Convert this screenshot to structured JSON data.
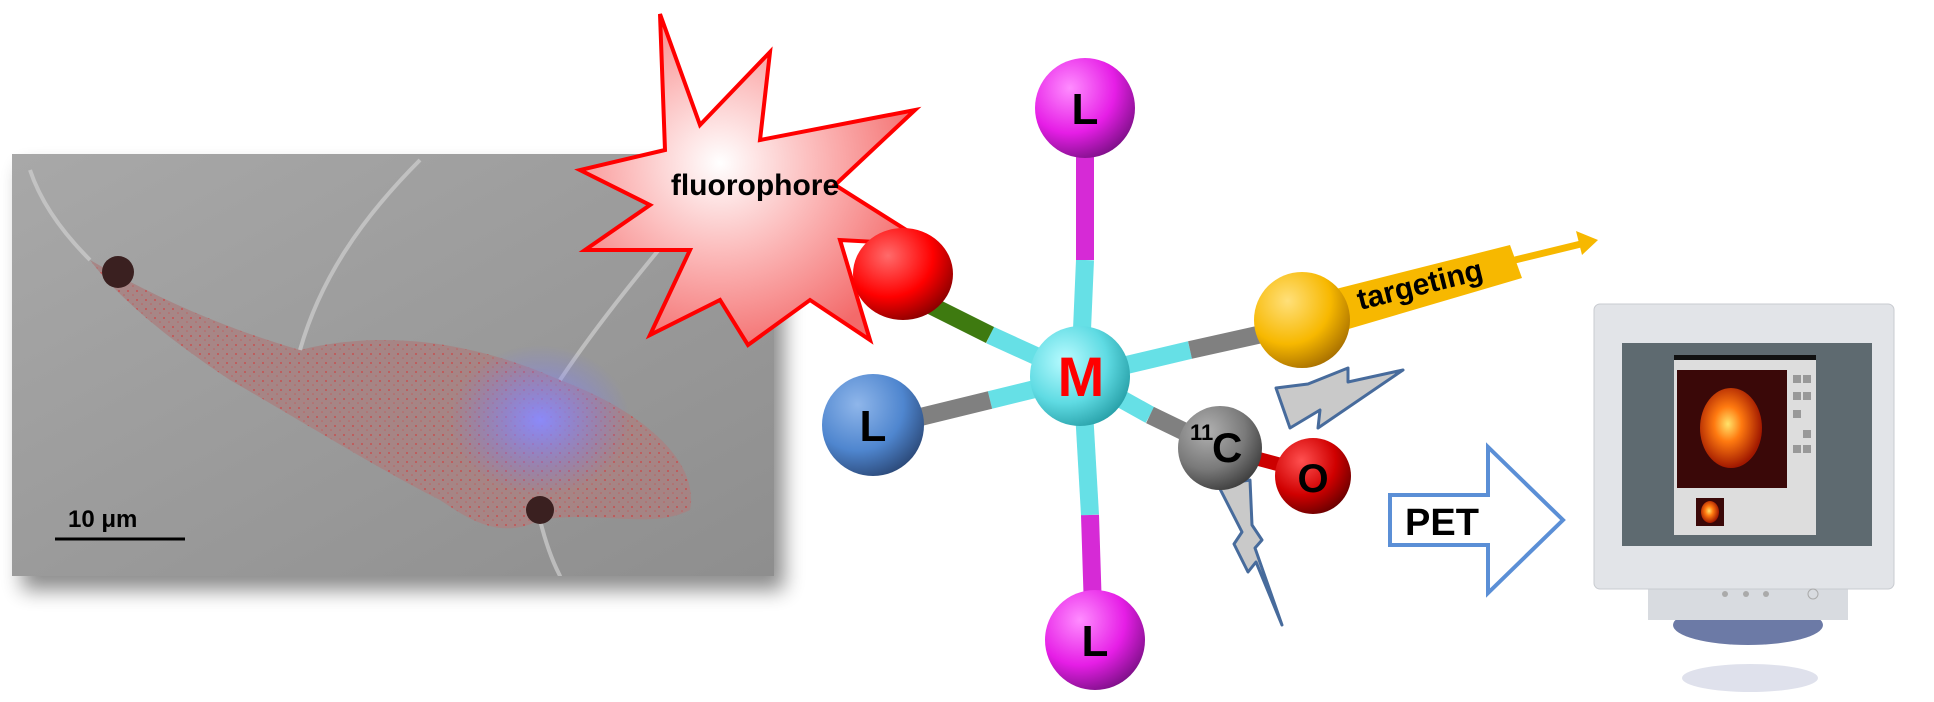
{
  "cell_image": {
    "scale_bar_label": "10 μm"
  },
  "fluorophore": {
    "label": "fluorophore"
  },
  "complex": {
    "metal_label": "M",
    "ligand_top": "L",
    "ligand_left": "L",
    "ligand_bottom": "L",
    "carbon_label": "C",
    "carbon_isotope": "11",
    "oxygen_label": "O",
    "targeting_label": "targeting"
  },
  "pet_arrow": {
    "label": "PET"
  },
  "colors": {
    "metal": "#66e0e6",
    "ligand_axial": "#e91ee8",
    "ligand_left": "#4f86cf",
    "red_ball": "#ff0000",
    "targeting": "#f7b800",
    "fluorophore_outline": "#ff0000",
    "pet_arrow": "#5b8fd6"
  }
}
